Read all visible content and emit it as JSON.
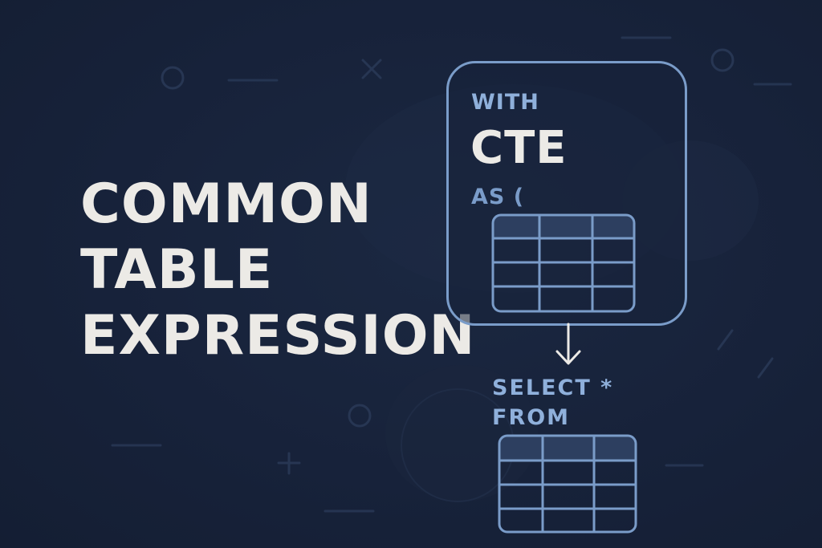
{
  "title": {
    "line1": "COMMON",
    "line2": "TABLE",
    "line3": "EXPRESSION"
  },
  "cte_box": {
    "with_keyword": "WITH",
    "cte_keyword": "CTE",
    "as_keyword": "AS ("
  },
  "query": {
    "select_keyword": "SELECT *",
    "from_keyword": "FROM"
  },
  "colors": {
    "background": "#17223a",
    "title_text": "#eceae6",
    "accent": "#7a9cc9",
    "keyword": "#8fb0db",
    "grid_header": "#2d3f60"
  },
  "icons": {
    "flow_arrow": "arrow-down-icon",
    "table": "table-grid-icon"
  }
}
